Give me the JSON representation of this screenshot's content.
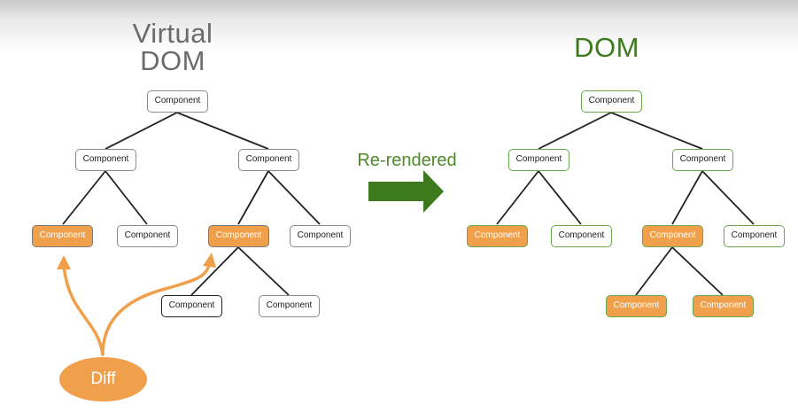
{
  "virtual_dom": {
    "title_line1": "Virtual",
    "title_line2": "DOM",
    "nodes": {
      "root": "Component",
      "left": "Component",
      "right": "Component",
      "left_left": "Component",
      "left_right": "Component",
      "right_left": "Component",
      "right_right": "Component",
      "right_left_left": "Component",
      "right_left_right": "Component"
    }
  },
  "real_dom": {
    "title": "DOM",
    "nodes": {
      "root": "Component",
      "left": "Component",
      "right": "Component",
      "left_left": "Component",
      "left_right": "Component",
      "right_left": "Component",
      "right_right": "Component",
      "right_left_left": "Component",
      "right_left_right": "Component"
    }
  },
  "arrow": {
    "label": "Re-rendered"
  },
  "diff": {
    "label": "Diff"
  },
  "colors": {
    "changed_fill": "#f0a04b",
    "dom_accent": "#6aa84f",
    "arrow_green": "#3d7a1e",
    "title_gray": "#6b6b6b",
    "title_green": "#3d7a1e"
  }
}
